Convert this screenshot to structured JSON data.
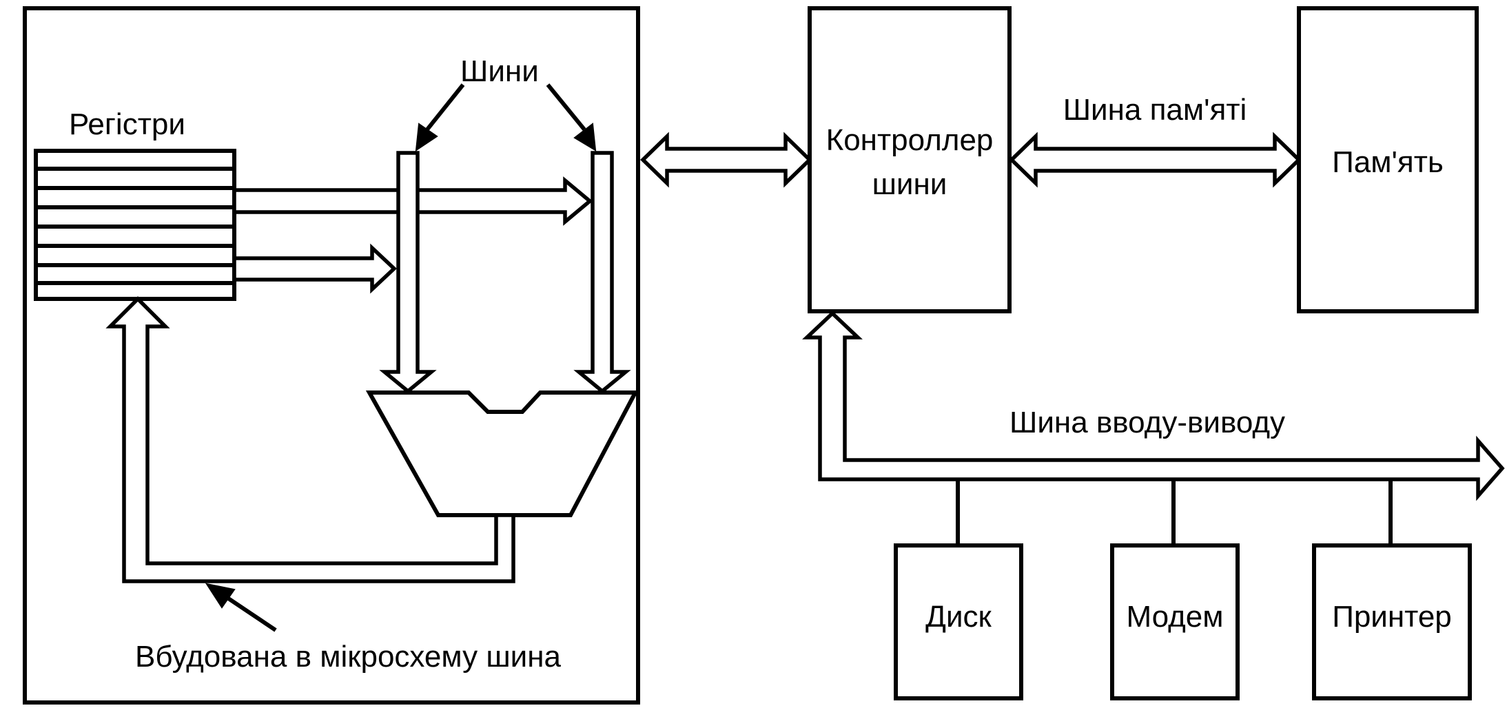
{
  "labels": {
    "registers": "Регістри",
    "buses": "Шини",
    "bus_controller_line1": "Контроллер",
    "bus_controller_line2": "шини",
    "memory_bus": "Шина пам'яті",
    "memory": "Пам'ять",
    "io_bus": "Шина вводу-виводу",
    "disk": "Диск",
    "modem": "Модем",
    "printer": "Принтер",
    "onchip_bus": "Вбудована в мікросхему шина"
  }
}
